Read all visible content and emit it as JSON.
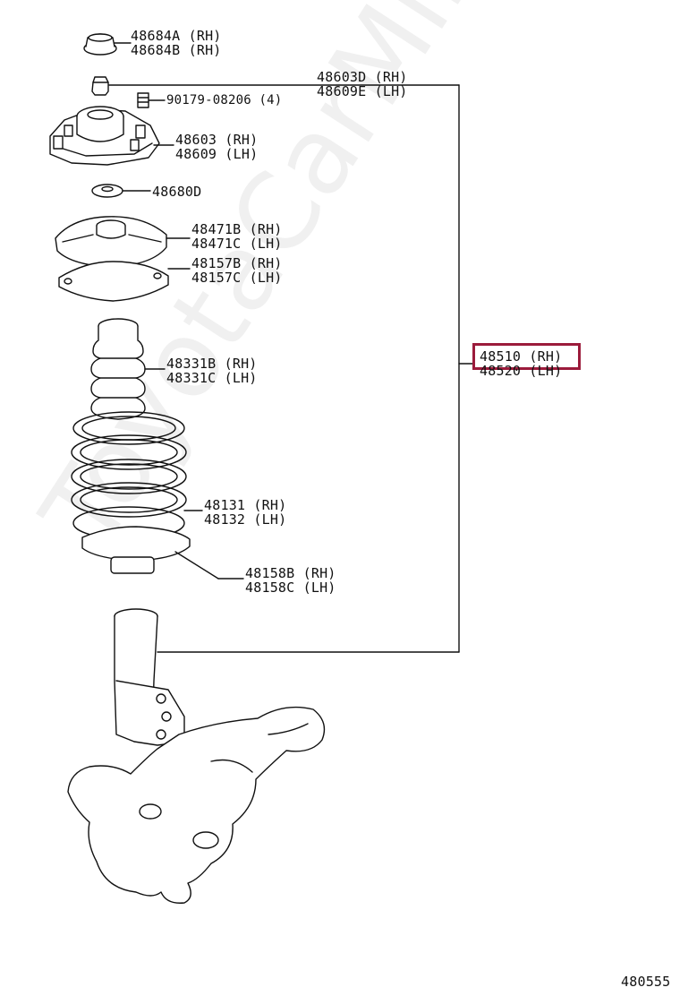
{
  "watermark": "ToyotaCarMine.ru",
  "diagram_code": "480555",
  "highlight_color": "#9b1b3b",
  "parts": {
    "p48684": [
      "48684A (RH)",
      "48684B (RH)"
    ],
    "p48603d": [
      "48603D (RH)",
      "48609E (LH)"
    ],
    "p90179": [
      "90179-08206 (4)"
    ],
    "p48603": [
      "48603 (RH)",
      "48609 (LH)"
    ],
    "p48680": [
      "48680D"
    ],
    "p48471": [
      "48471B (RH)",
      "48471C (LH)"
    ],
    "p48157": [
      "48157B (RH)",
      "48157C (LH)"
    ],
    "p48510": [
      "48510 (RH)",
      "48520 (LH)"
    ],
    "p48331": [
      "48331B (RH)",
      "48331C (LH)"
    ],
    "p48131": [
      "48131 (RH)",
      "48132 (LH)"
    ],
    "p48158": [
      "48158B (RH)",
      "48158C (LH)"
    ]
  }
}
